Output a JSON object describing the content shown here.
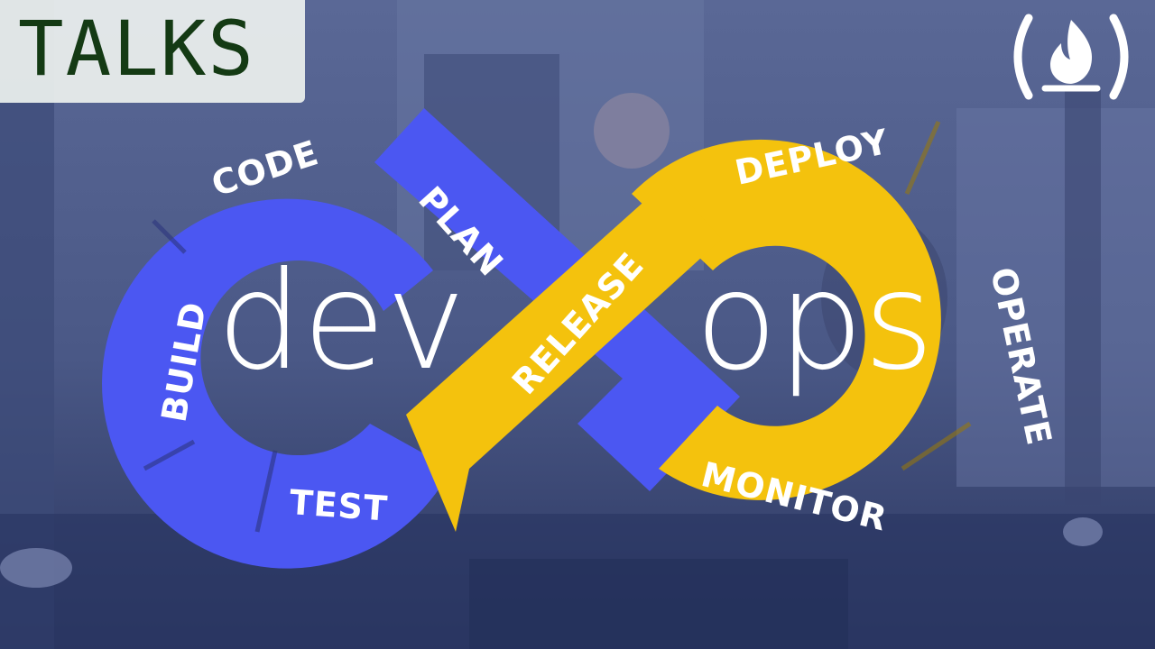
{
  "badge": {
    "label": "TALKS"
  },
  "logo": {
    "icon": "flame-icon"
  },
  "title": {
    "left_word": "dev",
    "right_word": "ops"
  },
  "stages": {
    "code": "CODE",
    "plan": "PLAN",
    "build": "BUILD",
    "test": "TEST",
    "release": "RELEASE",
    "deploy": "DEPLOY",
    "operate": "OPERATE",
    "monitor": "MONITOR"
  },
  "colors": {
    "dev_loop": "#4b57f2",
    "ops_loop": "#f4c20d",
    "badge_text": "#143a14",
    "background_overlay": "#4a5a8a"
  }
}
